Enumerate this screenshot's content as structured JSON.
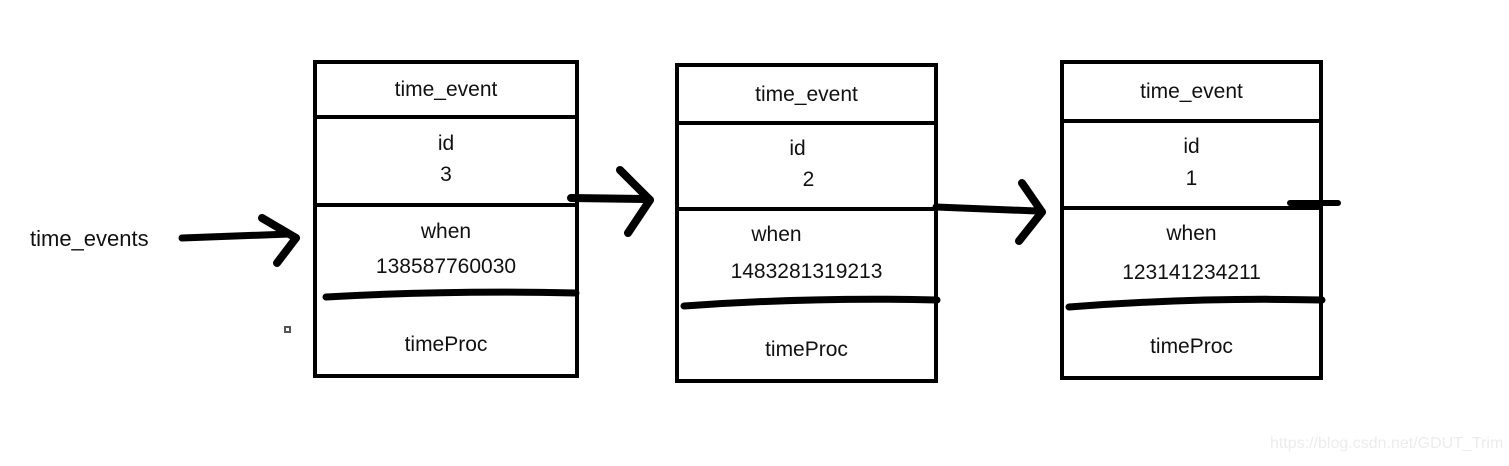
{
  "diagram": {
    "caption": "time_events",
    "watermark": "https://blog.csdn.net/GDUT_Trim",
    "nodes": [
      {
        "title": "time_event",
        "fields": [
          {
            "name": "id",
            "value": "3"
          },
          {
            "name": "when",
            "value": "138587760030"
          },
          {
            "name": "timeProc",
            "value": ""
          }
        ]
      },
      {
        "title": "time_event",
        "fields": [
          {
            "name": "id",
            "value": "2"
          },
          {
            "name": "when",
            "value": "1483281319213"
          },
          {
            "name": "timeProc",
            "value": ""
          }
        ]
      },
      {
        "title": "time_event",
        "fields": [
          {
            "name": "id",
            "value": "1"
          },
          {
            "name": "when",
            "value": "123141234211"
          },
          {
            "name": "timeProc",
            "value": ""
          }
        ]
      }
    ],
    "arrows": [
      {
        "label": "arrow-head-to-node-1"
      },
      {
        "label": "arrow-node-1-to-node-2"
      },
      {
        "label": "arrow-node-2-to-node-3"
      }
    ]
  }
}
